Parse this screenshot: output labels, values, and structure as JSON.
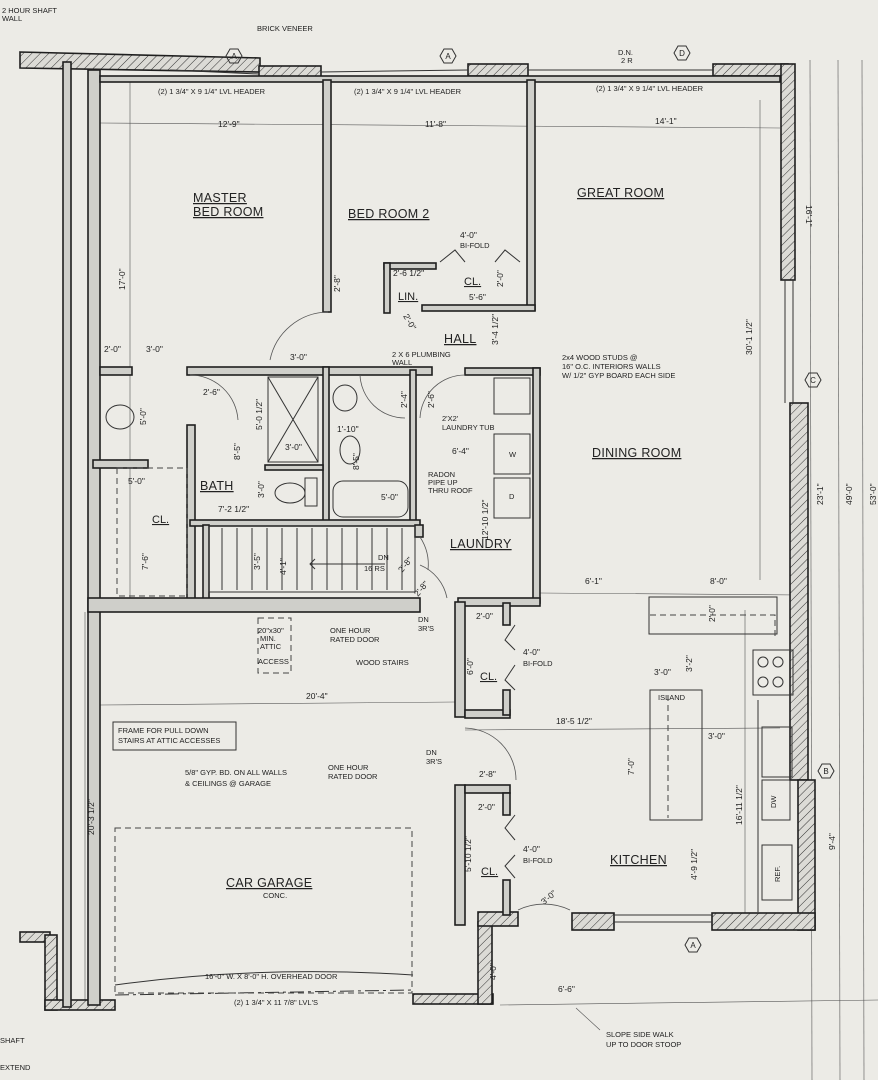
{
  "colors": {
    "paper": "#ecebe6",
    "ink": "#1f1f1f",
    "wall_fill": "#cfcfca"
  },
  "grid_markers": [
    "A",
    "A",
    "D",
    "C",
    "B",
    "A"
  ],
  "rooms": {
    "master_1": "MASTER",
    "master_2": "BED ROOM",
    "bed2": "BED ROOM 2",
    "great": "GREAT ROOM",
    "closet": "CL.",
    "linen": "LIN.",
    "hall": "HALL",
    "bath": "BATH",
    "laundry": "LAUNDRY",
    "dining": "DINING ROOM",
    "kitchen": "KITCHEN",
    "island": "ISLAND",
    "garage": "CAR GARAGE",
    "garage_floor": "CONC."
  },
  "appliances": {
    "dryer": "D",
    "washer": "W",
    "dishwasher": "DW",
    "fridge": "REF."
  },
  "notes": {
    "shaft_wall": [
      "2 HOUR SHAFT",
      "WALL"
    ],
    "brick": "BRICK VENEER",
    "header": "(2) 1 3/4\" X 9 1/4\" LVL HEADER",
    "dn_top": [
      "D.N.",
      "2 R"
    ],
    "bifold": [
      "4'-0\"",
      "BI-FOLD"
    ],
    "plumbing": [
      "2 X 6 PLUMBING",
      "WALL"
    ],
    "studs": [
      "2x4 WOOD STUDS @",
      "16\" O.C. INTERIORS  WALLS",
      "W/ 1/2\" GYP BOARD EACH SIDE"
    ],
    "tub": [
      "2'X2'",
      "LAUNDRY TUB"
    ],
    "radon": [
      "RADON",
      "PIPE UP",
      "THRU ROOF"
    ],
    "stairs_dn": [
      "DN",
      "16 RS"
    ],
    "attic": [
      "20\"x30\"",
      "MIN.",
      "ATTIC",
      "ACCESS"
    ],
    "rated_door": [
      "ONE HOUR",
      "RATED DOOR"
    ],
    "dn3": [
      "DN",
      "3R'S"
    ],
    "wood_stairs": "WOOD STAIRS",
    "pull_down": [
      "FRAME FOR PULL DOWN",
      "STAIRS AT ATTIC ACCESSES"
    ],
    "gyp": [
      "5/8\" GYP. BD. ON ALL WALLS",
      "& CEILINGS @ GARAGE"
    ],
    "overhead": "16'-0\" W. X 8'-0\" H. OVERHEAD DOOR",
    "garage_lvl": "(2) 1 3/4\" X 11 7/8\" LVL'S",
    "sidewalk": [
      "SLOPE SIDE WALK",
      "UP TO DOOR STOOP"
    ],
    "shaft": "SHAFT",
    "extend": "EXTEND"
  },
  "dims": [
    "12'-9\"",
    "11'-8\"",
    "14'-1\"",
    "16'-1\"",
    "17'-0\"",
    "2'-8\"",
    "2'-6 1/2\"",
    "5'-6\"",
    "2'-0\"",
    "2'-0\"",
    "3'-4 1/2\"",
    "30'-1 1/2\"",
    "2'-0\"",
    "3'-0\"",
    "3'-0\"",
    "2'-6\"",
    "5'-0\"",
    "5'-0 1/2\"",
    "8'-5\"",
    "3'-0\"",
    "1'-10\"",
    "8'-5\"",
    "2'-4\"",
    "2'-6\"",
    "6'-4\"",
    "12'-10 1/2\"",
    "5'-0\"",
    "7'-2 1/2\"",
    "3'-0\"",
    "5'-0\"",
    "7'-6\"",
    "3'-5\"",
    "4'-1\"",
    "2'-8\"",
    "2'-8\"",
    "6'-1\"",
    "8'-0\"",
    "23'-1\"",
    "49'-0\"",
    "53'-0\"",
    "2'-0\"",
    "6'-0\"",
    "2'-0\"",
    "3'-2\"",
    "3'-0\"",
    "20'-4\"",
    "18'-5 1/2\"",
    "3'-0\"",
    "7'-0\"",
    "2'-8\"",
    "20'-3 1/2\"",
    "2'-0\"",
    "5'-10 1/2\"",
    "16'-11 1/2\"",
    "9'-4\"",
    "4'-9 1/2\"",
    "3'-0\"",
    "4'-0\"",
    "6'-6\""
  ]
}
